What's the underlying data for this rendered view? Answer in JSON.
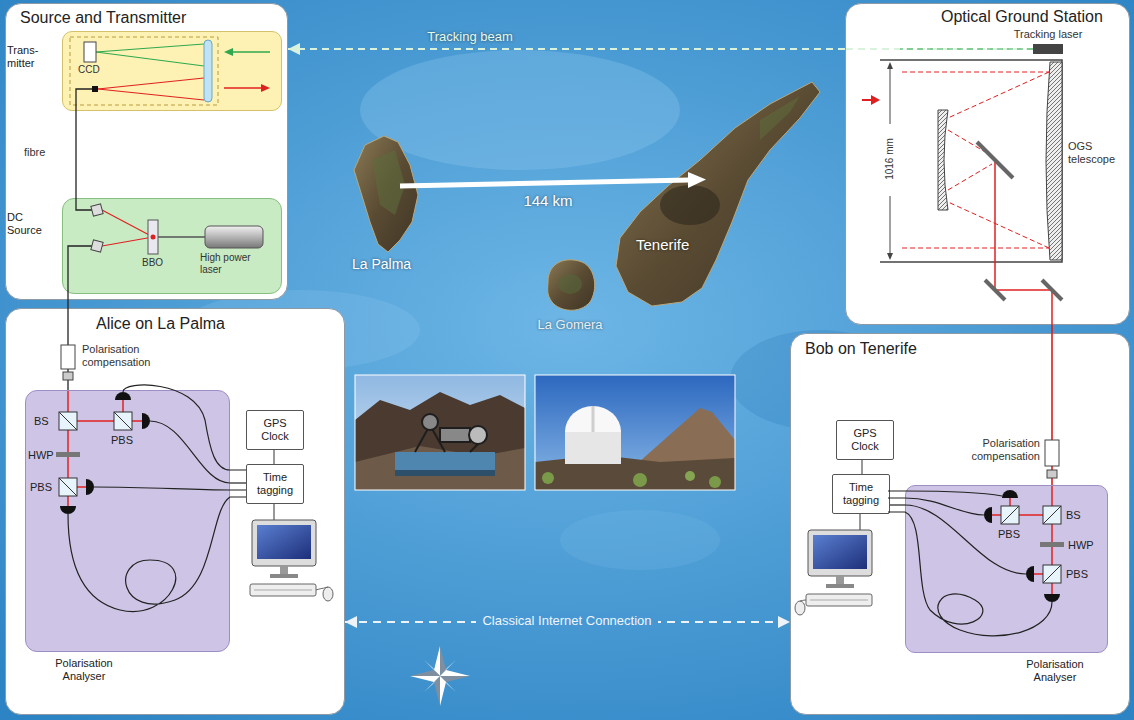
{
  "diagram": {
    "nodes": [
      {
        "text": [
          "Source and Transmitter"
        ]
      },
      {
        "text": [
          "Trans- mitter"
        ],
        "in": 0
      },
      {
        "text": [
          "DC Source"
        ],
        "in": 0
      },
      {
        "text": [
          "Optical Ground Station"
        ]
      },
      {
        "text": [
          "Alice on La Palma"
        ]
      },
      {
        "text": [
          "Polarisation Analyser"
        ],
        "in": 4
      },
      {
        "text": [
          "GPS Clock"
        ],
        "in": 4
      },
      {
        "text": [
          "Time tagging"
        ],
        "in": 4
      },
      {
        "text": [
          "Bob on Tenerife"
        ]
      },
      {
        "text": [
          "Polarisation Analyser"
        ],
        "in": 8
      },
      {
        "text": [
          "GPS Clock"
        ],
        "in": 8
      },
      {
        "text": [
          "Time tagging"
        ],
        "in": 8
      }
    ],
    "edges": [
      {
        "from": 3,
        "to": 0,
        "arrow": "to",
        "label": "Tracking beam"
      },
      {
        "from": 2,
        "to": 1,
        "arrow": "none",
        "label": "fibre"
      },
      {
        "from": 2,
        "to": 5,
        "arrow": "none"
      },
      {
        "from": 6,
        "to": 7,
        "arrow": "none"
      },
      {
        "from": 5,
        "to": 7,
        "arrow": "none"
      },
      {
        "from": 4,
        "to": 8,
        "arrow": "both",
        "label": "Classical Internet Connection"
      },
      {
        "from": 3,
        "to": 9,
        "arrow": "none"
      },
      {
        "from": 10,
        "to": 11,
        "arrow": "none"
      },
      {
        "from": 9,
        "to": 11,
        "arrow": "none"
      }
    ],
    "labels": [
      "CCD",
      "BBO",
      "High power laser",
      "Tracking laser",
      "1016 mm",
      "OGS telescope",
      "La Palma",
      "144 km",
      "Tenerife",
      "La Gomera",
      "Polarisation compensation",
      "BS",
      "PBS",
      "HWP",
      "PBS",
      "Polarisation compensation",
      "PBS",
      "BS",
      "HWP",
      "PBS"
    ]
  }
}
